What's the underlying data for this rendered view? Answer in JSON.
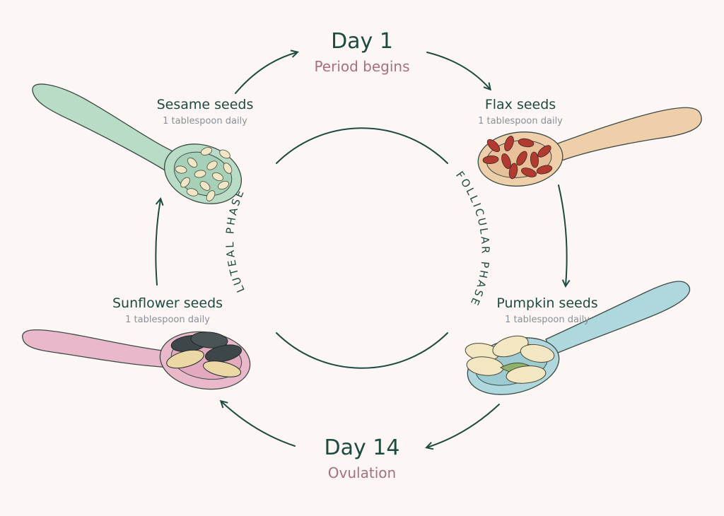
{
  "day1": {
    "title": "Day 1",
    "subtitle": "Period begins"
  },
  "day14": {
    "title": "Day 14",
    "subtitle": "Ovulation"
  },
  "phases": {
    "luteal": "LUTEAL PHASE",
    "follicular": "FOLLICULAR PHASE"
  },
  "seeds": {
    "sesame": {
      "name": "Sesame seeds",
      "dose": "1 tablespoon daily",
      "spoon_color": "#b9dcc6"
    },
    "flax": {
      "name": "Flax seeds",
      "dose": "1 tablespoon daily",
      "spoon_color": "#efcfaa"
    },
    "pumpkin": {
      "name": "Pumpkin seeds",
      "dose": "1 tablespoon daily",
      "spoon_color": "#aed8de"
    },
    "sunflower": {
      "name": "Sunflower seeds",
      "dose": "1 tablespoon daily",
      "spoon_color": "#eab8cb"
    }
  },
  "colors": {
    "ink": "#1f4a40",
    "accent": "#a86f82",
    "muted": "#8a8f9a",
    "background": "#fcf7f4"
  }
}
